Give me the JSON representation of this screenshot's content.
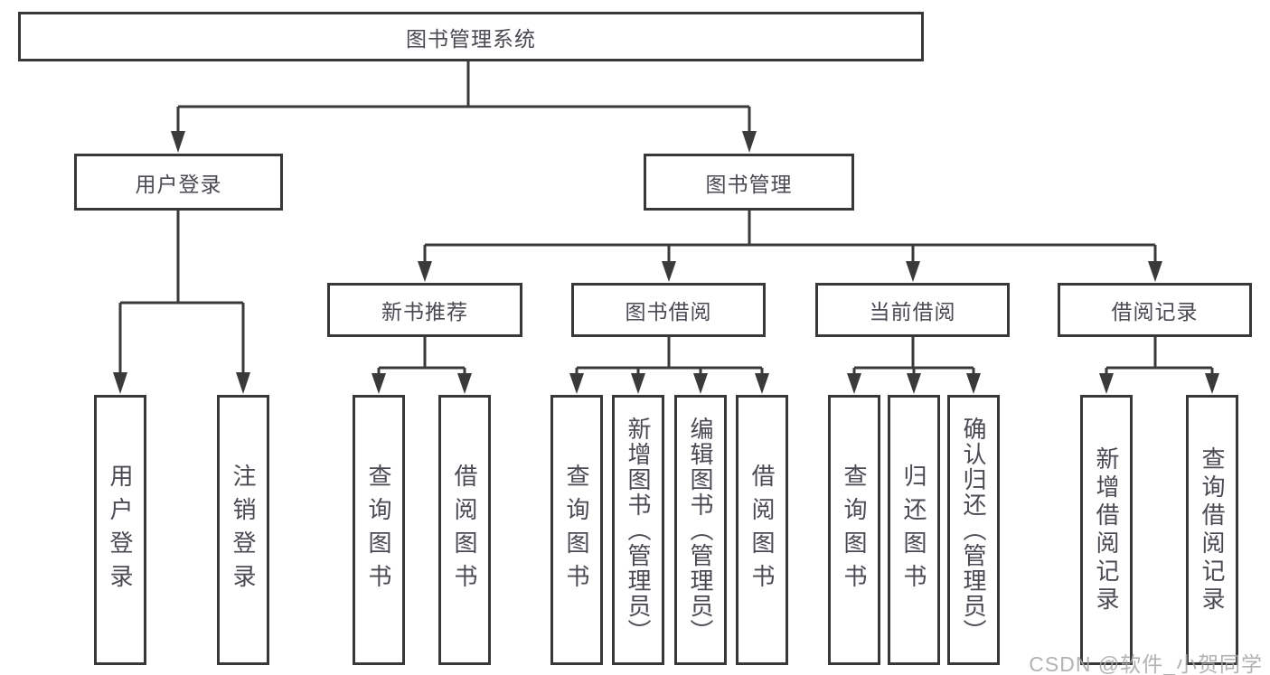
{
  "watermark": "CSDN @软件_小贺同学",
  "colors": {
    "line": "#3a3a3a",
    "box_border": "#383838",
    "text": "#4a4a52",
    "watermark": "#a5a5a8",
    "background": "#ffffff"
  },
  "tree": {
    "root": {
      "label": "图书管理系统"
    },
    "children": [
      {
        "label": "用户登录",
        "children": [
          {
            "label": "用户登录"
          },
          {
            "label": "注销登录"
          }
        ]
      },
      {
        "label": "图书管理",
        "children": [
          {
            "label": "新书推荐",
            "children": [
              {
                "label": "查询图书"
              },
              {
                "label": "借阅图书"
              }
            ]
          },
          {
            "label": "图书借阅",
            "children": [
              {
                "label": "查询图书"
              },
              {
                "label": "新增图书（管理员）"
              },
              {
                "label": "编辑图书（管理员）"
              },
              {
                "label": "借阅图书"
              }
            ]
          },
          {
            "label": "当前借阅",
            "children": [
              {
                "label": "查询图书"
              },
              {
                "label": "归还图书"
              },
              {
                "label": "确认归还（管理员）"
              }
            ]
          },
          {
            "label": "借阅记录",
            "children": [
              {
                "label": "新增借阅记录"
              },
              {
                "label": "查询借阅记录"
              }
            ]
          }
        ]
      }
    ]
  }
}
